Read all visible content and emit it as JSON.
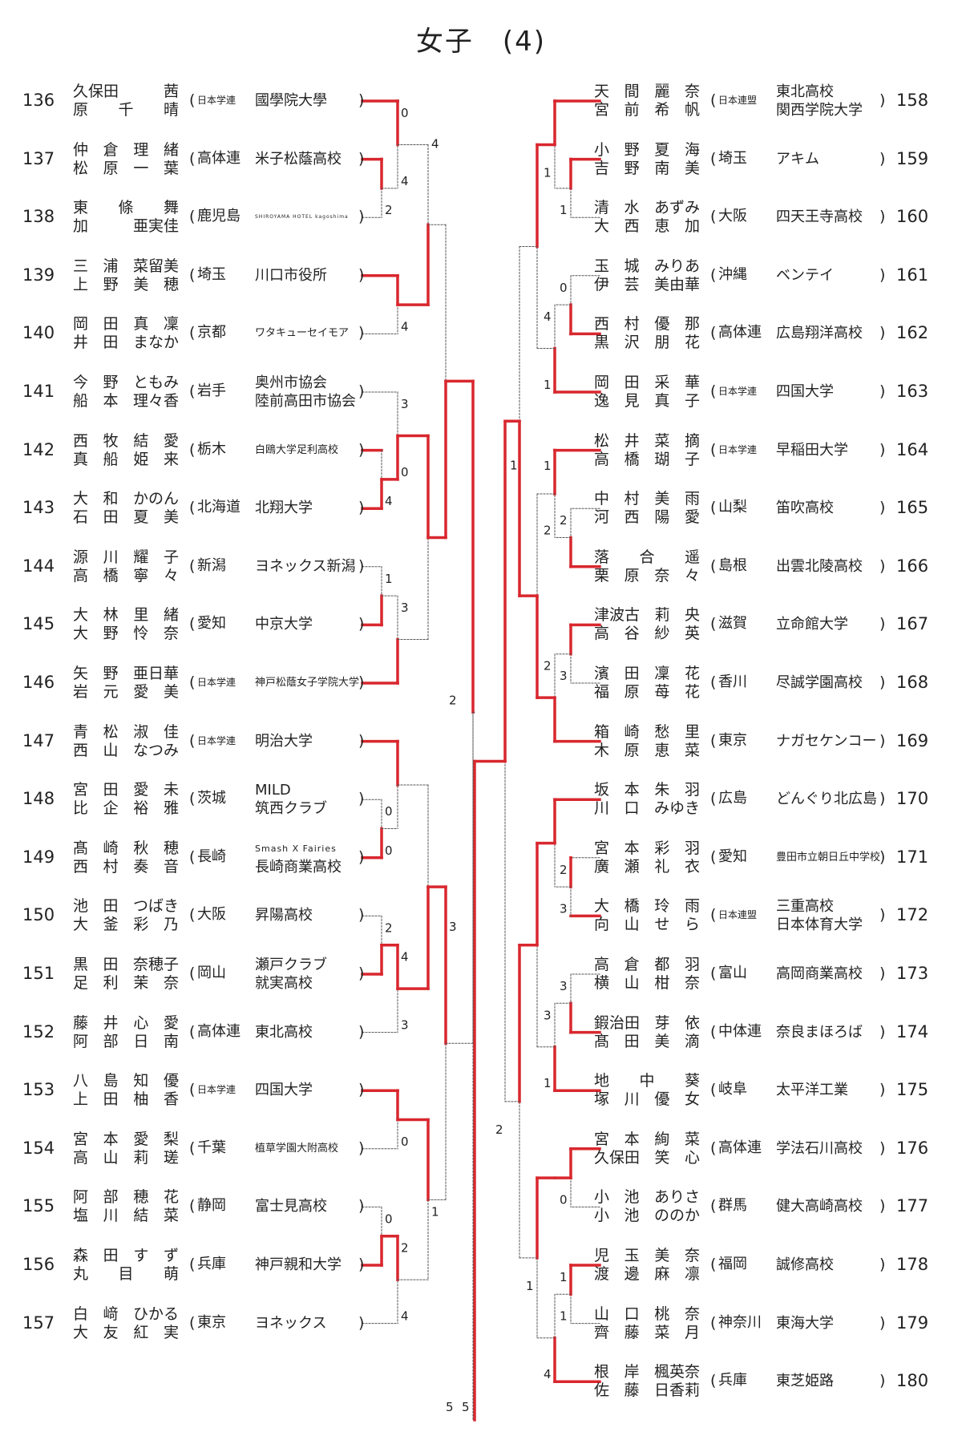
{
  "title": "女子　(4)",
  "left": [
    {
      "n": "136",
      "p1": "久保田|茜",
      "p2": "原|千|晴",
      "pref": "日本学連",
      "pref_small": true,
      "t1": "國學院大學",
      "t2": "",
      "s1": "",
      "s2": ""
    },
    {
      "n": "137",
      "p1": "仲|倉|理|緒",
      "p2": "松|原|一|葉",
      "pref": "高体連",
      "pref_small": false,
      "t1": "米子松蔭高校",
      "t2": "",
      "s1": "",
      "s2": ""
    },
    {
      "n": "138",
      "p1": "東|條|舞",
      "p2": "加|亜実佳",
      "pref": "鹿児島",
      "pref_small": false,
      "t1": "SHIROYAMA HOTEL kagoshima",
      "t2": "",
      "s1": "xs",
      "s2": ""
    },
    {
      "n": "139",
      "p1": "三|浦|菜留美",
      "p2": "上|野|美|穂",
      "pref": "埼玉",
      "pref_small": false,
      "t1": "川口市役所",
      "t2": "",
      "s1": "",
      "s2": ""
    },
    {
      "n": "140",
      "p1": "岡|田|真|凜",
      "p2": "井|田|まなか",
      "pref": "京都",
      "pref_small": false,
      "t1": "ワタキューセイモア",
      "t2": "",
      "s1": "sm",
      "s2": ""
    },
    {
      "n": "141",
      "p1": "今|野|ともみ",
      "p2": "船|本|理々香",
      "pref": "岩手",
      "pref_small": false,
      "t1": "奥州市協会",
      "t2": "陸前高田市協会",
      "s1": "",
      "s2": ""
    },
    {
      "n": "142",
      "p1": "西|牧|結|愛",
      "p2": "真|船|姫|来",
      "pref": "栃木",
      "pref_small": false,
      "t1": "白鴎大学足利高校",
      "t2": "",
      "s1": "sm",
      "s2": ""
    },
    {
      "n": "143",
      "p1": "大|和|かのん",
      "p2": "石|田|夏|美",
      "pref": "北海道",
      "pref_small": false,
      "t1": "北翔大学",
      "t2": "",
      "s1": "",
      "s2": ""
    },
    {
      "n": "144",
      "p1": "源|川|耀|子",
      "p2": "高|橋|寧|々",
      "pref": "新潟",
      "pref_small": false,
      "t1": "ヨネックス新潟",
      "t2": "",
      "s1": "",
      "s2": ""
    },
    {
      "n": "145",
      "p1": "大|林|里|緒",
      "p2": "大|野|怜|奈",
      "pref": "愛知",
      "pref_small": false,
      "t1": "中京大学",
      "t2": "",
      "s1": "",
      "s2": ""
    },
    {
      "n": "146",
      "p1": "矢|野|亜日華",
      "p2": "岩|元|愛|美",
      "pref": "日本学連",
      "pref_small": true,
      "t1": "神戸松蔭女子学院大学",
      "t2": "",
      "s1": "sm",
      "s2": ""
    },
    {
      "n": "147",
      "p1": "青|松|淑|佳",
      "p2": "西|山|なつみ",
      "pref": "日本学連",
      "pref_small": true,
      "t1": "明治大学",
      "t2": "",
      "s1": "",
      "s2": ""
    },
    {
      "n": "148",
      "p1": "宮|田|愛|未",
      "p2": "比|企|裕|雅",
      "pref": "茨城",
      "pref_small": false,
      "t1": "MILD",
      "t2": "筑西クラブ",
      "s1": "",
      "s2": ""
    },
    {
      "n": "149",
      "p1": "髙|崎|秋|穂",
      "p2": "西|村|奏|音",
      "pref": "長崎",
      "pref_small": false,
      "t1": "Smash X Fairies",
      "t2": "長崎商業高校",
      "s1": "md",
      "s2": ""
    },
    {
      "n": "150",
      "p1": "池|田|つばき",
      "p2": "大|釜|彩|乃",
      "pref": "大阪",
      "pref_small": false,
      "t1": "昇陽高校",
      "t2": "",
      "s1": "",
      "s2": ""
    },
    {
      "n": "151",
      "p1": "黒|田|奈穂子",
      "p2": "足|利|茉|奈",
      "pref": "岡山",
      "pref_small": false,
      "t1": "瀬戸クラブ",
      "t2": "就実高校",
      "s1": "",
      "s2": ""
    },
    {
      "n": "152",
      "p1": "藤|井|心|愛",
      "p2": "阿|部|日|南",
      "pref": "高体連",
      "pref_small": false,
      "t1": "東北高校",
      "t2": "",
      "s1": "",
      "s2": ""
    },
    {
      "n": "153",
      "p1": "八|島|知|優",
      "p2": "上|田|柚|香",
      "pref": "日本学連",
      "pref_small": true,
      "t1": "四国大学",
      "t2": "",
      "s1": "",
      "s2": ""
    },
    {
      "n": "154",
      "p1": "宮|本|愛|梨",
      "p2": "高|山|莉|瑳",
      "pref": "千葉",
      "pref_small": false,
      "t1": "植草学園大附高校",
      "t2": "",
      "s1": "sm",
      "s2": ""
    },
    {
      "n": "155",
      "p1": "阿|部|穂|花",
      "p2": "塩|川|結|菜",
      "pref": "静岡",
      "pref_small": false,
      "t1": "富士見高校",
      "t2": "",
      "s1": "",
      "s2": ""
    },
    {
      "n": "156",
      "p1": "森|田|す|ず",
      "p2": "丸|目|萌",
      "pref": "兵庫",
      "pref_small": false,
      "t1": "神戸親和大学",
      "t2": "",
      "s1": "",
      "s2": ""
    },
    {
      "n": "157",
      "p1": "白|﨑|ひかる",
      "p2": "大|友|紅|実",
      "pref": "東京",
      "pref_small": false,
      "t1": "ヨネックス",
      "t2": "",
      "s1": "",
      "s2": ""
    }
  ],
  "right": [
    {
      "n": "158",
      "p1": "天|間|麗|奈",
      "p2": "宮|前|希|帆",
      "pref": "日本連盟",
      "pref_small": true,
      "t1": "東北高校",
      "t2": "関西学院大学",
      "s1": "",
      "s2": ""
    },
    {
      "n": "159",
      "p1": "小|野|夏|海",
      "p2": "吉|野|南|美",
      "pref": "埼玉",
      "pref_small": false,
      "t1": "アキム",
      "t2": "",
      "s1": "",
      "s2": ""
    },
    {
      "n": "160",
      "p1": "清|水|あずみ",
      "p2": "大|西|恵|加",
      "pref": "大阪",
      "pref_small": false,
      "t1": "四天王寺高校",
      "t2": "",
      "s1": "",
      "s2": ""
    },
    {
      "n": "161",
      "p1": "玉|城|みりあ",
      "p2": "伊|芸|美由華",
      "pref": "沖縄",
      "pref_small": false,
      "t1": "ベンテイ",
      "t2": "",
      "s1": "",
      "s2": ""
    },
    {
      "n": "162",
      "p1": "西|村|優|那",
      "p2": "黒|沢|朋|花",
      "pref": "高体連",
      "pref_small": false,
      "t1": "広島翔洋高校",
      "t2": "",
      "s1": "",
      "s2": ""
    },
    {
      "n": "163",
      "p1": "岡|田|采|華",
      "p2": "逸|見|真|子",
      "pref": "日本学連",
      "pref_small": true,
      "t1": "四国大学",
      "t2": "",
      "s1": "",
      "s2": ""
    },
    {
      "n": "164",
      "p1": "松|井|菜|摘",
      "p2": "高|橋|瑚|子",
      "pref": "日本学連",
      "pref_small": true,
      "t1": "早稲田大学",
      "t2": "",
      "s1": "",
      "s2": ""
    },
    {
      "n": "165",
      "p1": "中|村|美|雨",
      "p2": "河|西|陽|愛",
      "pref": "山梨",
      "pref_small": false,
      "t1": "笛吹高校",
      "t2": "",
      "s1": "",
      "s2": ""
    },
    {
      "n": "166",
      "p1": "落|合|遥",
      "p2": "栗|原|奈|々",
      "pref": "島根",
      "pref_small": false,
      "t1": "出雲北陵高校",
      "t2": "",
      "s1": "",
      "s2": ""
    },
    {
      "n": "167",
      "p1": "津波古|莉|央",
      "p2": "高|谷|紗|英",
      "pref": "滋賀",
      "pref_small": false,
      "t1": "立命館大学",
      "t2": "",
      "s1": "",
      "s2": ""
    },
    {
      "n": "168",
      "p1": "濱|田|凜|花",
      "p2": "福|原|苺|花",
      "pref": "香川",
      "pref_small": false,
      "t1": "尽誠学園高校",
      "t2": "",
      "s1": "",
      "s2": ""
    },
    {
      "n": "169",
      "p1": "箱|崎|愁|里",
      "p2": "木|原|恵|菜",
      "pref": "東京",
      "pref_small": false,
      "t1": "ナガセケンコー",
      "t2": "",
      "s1": "",
      "s2": ""
    },
    {
      "n": "170",
      "p1": "坂|本|朱|羽",
      "p2": "川|口|みゆき",
      "pref": "広島",
      "pref_small": false,
      "t1": "どんぐり北広島",
      "t2": "",
      "s1": "",
      "s2": ""
    },
    {
      "n": "171",
      "p1": "宮|本|彩|羽",
      "p2": "廣|瀬|礼|衣",
      "pref": "愛知",
      "pref_small": false,
      "t1": "豊田市立朝日丘中学校",
      "t2": "",
      "s1": "sm",
      "s2": ""
    },
    {
      "n": "172",
      "p1": "大|橋|玲|雨",
      "p2": "向|山|せ|ら",
      "pref": "日本連盟",
      "pref_small": true,
      "t1": "三重高校",
      "t2": "日本体育大学",
      "s1": "",
      "s2": ""
    },
    {
      "n": "173",
      "p1": "高|倉|都|羽",
      "p2": "横|山|柑|奈",
      "pref": "富山",
      "pref_small": false,
      "t1": "高岡商業高校",
      "t2": "",
      "s1": "",
      "s2": ""
    },
    {
      "n": "174",
      "p1": "鍜治田|芽|依",
      "p2": "髙|田|美|滴",
      "pref": "中体連",
      "pref_small": false,
      "t1": "奈良まほろば",
      "t2": "",
      "s1": "",
      "s2": ""
    },
    {
      "n": "175",
      "p1": "地|中|葵",
      "p2": "塚|川|優|女",
      "pref": "岐阜",
      "pref_small": false,
      "t1": "太平洋工業",
      "t2": "",
      "s1": "",
      "s2": ""
    },
    {
      "n": "176",
      "p1": "宮|本|絢|菜",
      "p2": "久保田|笑|心",
      "pref": "高体連",
      "pref_small": false,
      "t1": "学法石川高校",
      "t2": "",
      "s1": "",
      "s2": ""
    },
    {
      "n": "177",
      "p1": "小|池|ありさ",
      "p2": "小|池|ののか",
      "pref": "群馬",
      "pref_small": false,
      "t1": "健大高崎高校",
      "t2": "",
      "s1": "",
      "s2": ""
    },
    {
      "n": "178",
      "p1": "児|玉|美|奈",
      "p2": "渡|邊|麻|凛",
      "pref": "福岡",
      "pref_small": false,
      "t1": "誠修高校",
      "t2": "",
      "s1": "",
      "s2": ""
    },
    {
      "n": "179",
      "p1": "山|口|桃|奈",
      "p2": "齊|藤|菜|月",
      "pref": "神奈川",
      "pref_small": false,
      "t1": "東海大学",
      "t2": "",
      "s1": "",
      "s2": ""
    },
    {
      "n": "180",
      "p1": "根|岸|楓英奈",
      "p2": "佐|藤|日香莉",
      "pref": "兵庫",
      "pref_small": false,
      "t1": "東芝姫路",
      "t2": "",
      "s1": "",
      "s2": ""
    }
  ],
  "scores": {
    "l1": "0",
    "l2": "2",
    "l3": "4",
    "l4": "4",
    "l5": "4",
    "l6": "3",
    "l7": "0",
    "l8": "4",
    "l9": "1",
    "l10": "3",
    "l11": "2",
    "l12": "0",
    "l13": "0",
    "l14": "2",
    "l15": "4",
    "l16": "3",
    "l17": "3",
    "l18": "0",
    "l19": "0",
    "l20": "1",
    "l21": "2",
    "l22": "4",
    "r1": "1",
    "r2": "1",
    "r3": "0",
    "r4": "4",
    "r5": "1",
    "r6": "1",
    "r7": "2",
    "r8": "2",
    "r9": "2",
    "r10": "3",
    "r11": "1",
    "r12": "2",
    "r13": "3",
    "r14": "3",
    "r15": "3",
    "r16": "1",
    "r17": "1",
    "r18": "0",
    "r19": "1",
    "r20": "1",
    "r21": "4",
    "r22": "2",
    "final_l": "5",
    "final_r": "5"
  }
}
